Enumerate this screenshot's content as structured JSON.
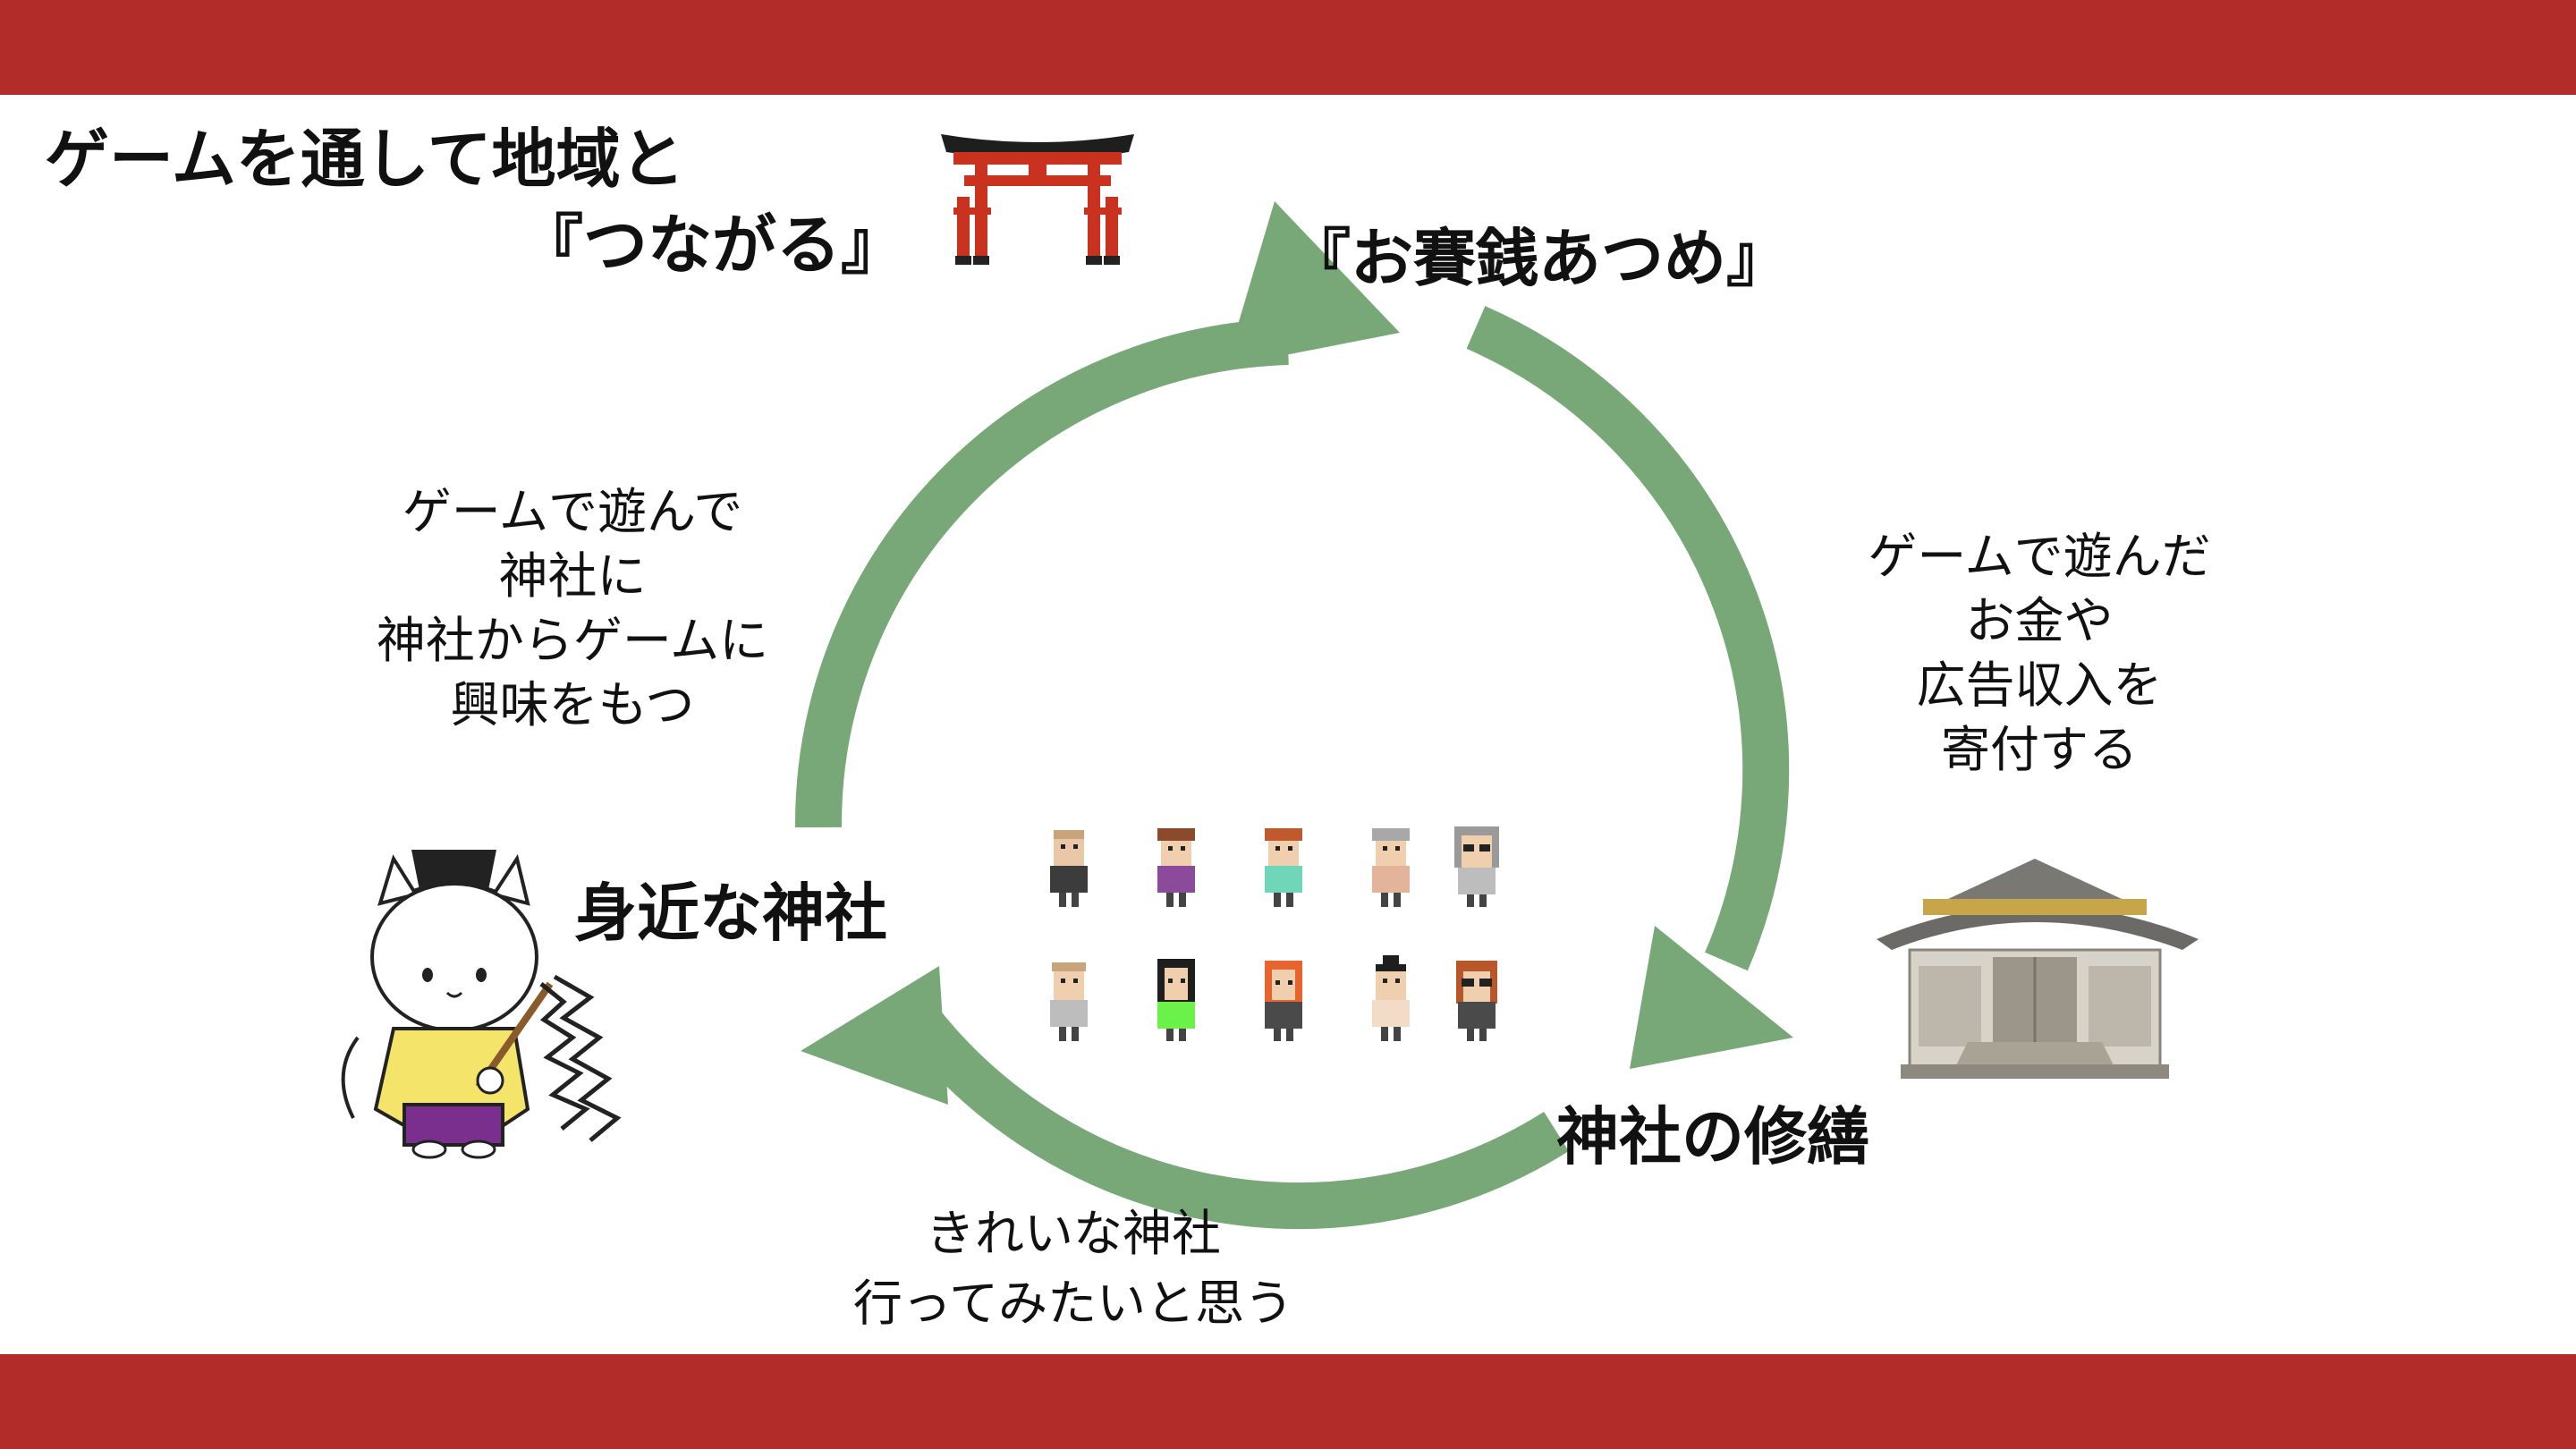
{
  "title": {
    "line1": "ゲームを通して地域と",
    "line2": "『つながる』"
  },
  "cycle": {
    "top_label": "『お賽銭あつめ』",
    "left_label": "身近な神社",
    "right_label": "神社の修繕",
    "left_description": [
      "ゲームで遊んで",
      "神社に",
      "神社からゲームに",
      "興味をもつ"
    ],
    "right_description": [
      "ゲームで遊んだ",
      "お金や",
      "広告収入を",
      "寄付する"
    ],
    "bottom_description": [
      "きれいな神社",
      "行ってみたいと思う"
    ]
  },
  "colors": {
    "bar": "#b22d29",
    "arrow": "#78a878",
    "torii": "#c8321f"
  }
}
